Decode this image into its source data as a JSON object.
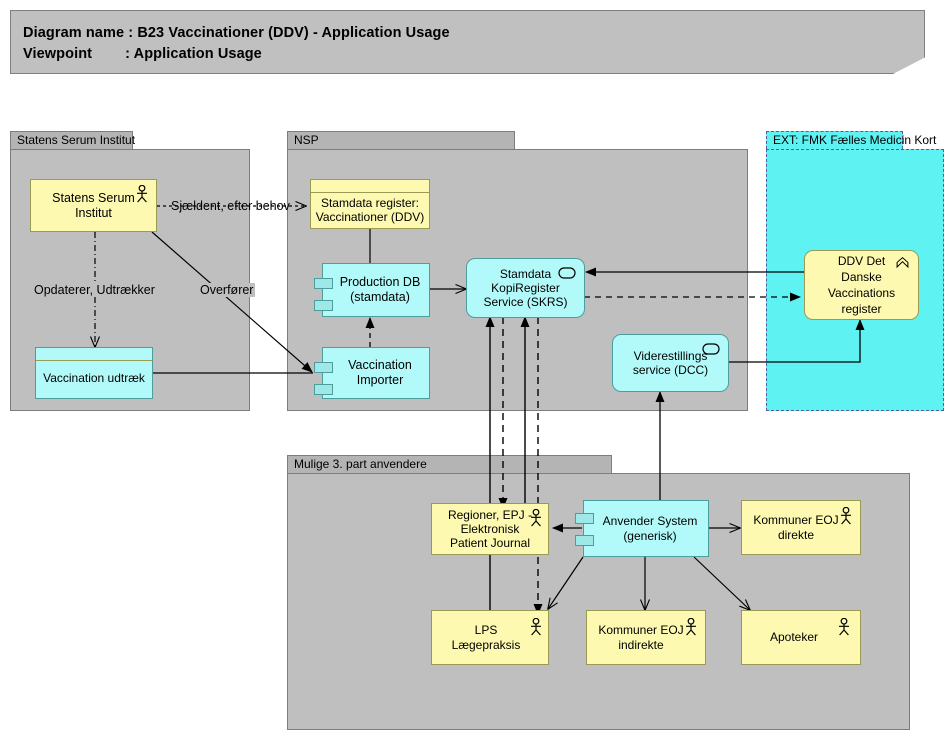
{
  "header": {
    "line1": "Diagram name : B23 Vaccinationer (DDV) - Application Usage",
    "line2": "Viewpoint        : Application Usage"
  },
  "groups": [
    {
      "id": "ssi",
      "label": "Statens Serum Institut"
    },
    {
      "id": "nsp",
      "label": "NSP"
    },
    {
      "id": "ext_fmk",
      "label": "EXT: FMK Fælles Medicin Kort"
    },
    {
      "id": "thirdparty",
      "label": "Mulige 3. part anvendere"
    }
  ],
  "nodes": [
    {
      "id": "ssi_actor",
      "label": "Statens Serum\nInstitut",
      "icon": "actor-icon",
      "color": "#fdf9b0"
    },
    {
      "id": "vacc_udtraek",
      "label": "Vaccination udtræk",
      "icon": "datastore-icon",
      "color": "#b2fafa"
    },
    {
      "id": "stamdata_reg",
      "label": "Stamdata register:\nVaccinationer (DDV)",
      "icon": "datastore-icon",
      "color": "#fdf9b0"
    },
    {
      "id": "prod_db",
      "label": "Production DB\n(stamdata)",
      "icon": "component-icon",
      "color": "#b2fafa"
    },
    {
      "id": "vacc_importer",
      "label": "Vaccination\nImporter",
      "icon": "component-icon",
      "color": "#b2fafa"
    },
    {
      "id": "skrs",
      "label": "Stamdata\nKopiRegister\nService (SKRS)",
      "icon": "service-icon",
      "color": "#b2fafa"
    },
    {
      "id": "dcc",
      "label": "Viderestillings\nservice (DCC)",
      "icon": "service-icon",
      "color": "#b2fafa"
    },
    {
      "id": "ddv",
      "label": "DDV Det\nDanske\nVaccinations\nregister",
      "icon": "chevron-icon",
      "color": "#fdf9b0"
    },
    {
      "id": "regioner",
      "label": "Regioner, EPJ -\nElektronisk\nPatient Journal",
      "icon": "actor-icon",
      "color": "#fdf9b0"
    },
    {
      "id": "anvender",
      "label": "Anvender System\n(generisk)",
      "icon": "component-icon",
      "color": "#b2fafa"
    },
    {
      "id": "kommuner_dir",
      "label": "Kommuner EOJ\ndirekte",
      "icon": "actor-icon",
      "color": "#fdf9b0"
    },
    {
      "id": "lps",
      "label": "LPS\nLægepraksis",
      "icon": "actor-icon",
      "color": "#fdf9b0"
    },
    {
      "id": "kommuner_ind",
      "label": "Kommuner EOJ\nindirekte",
      "icon": "actor-icon",
      "color": "#fdf9b0"
    },
    {
      "id": "apoteker",
      "label": "Apoteker",
      "icon": "actor-icon",
      "color": "#fdf9b0"
    }
  ],
  "edge_labels": [
    {
      "id": "sjaeldent",
      "text": "Sjældent, efter behov"
    },
    {
      "id": "opdaterer",
      "text": "Opdaterer, Udtrækker"
    },
    {
      "id": "overfoerer",
      "text": "Overfører"
    }
  ],
  "colors": {
    "banner_bg": "#c0c0c0",
    "group_bg": "#bfbfbf",
    "group_tab": "#b4b4b4",
    "ext_bg": "#5ff2f2",
    "yellow": "#fdf9b0",
    "cyan": "#b2fafa",
    "line": "#000000"
  }
}
